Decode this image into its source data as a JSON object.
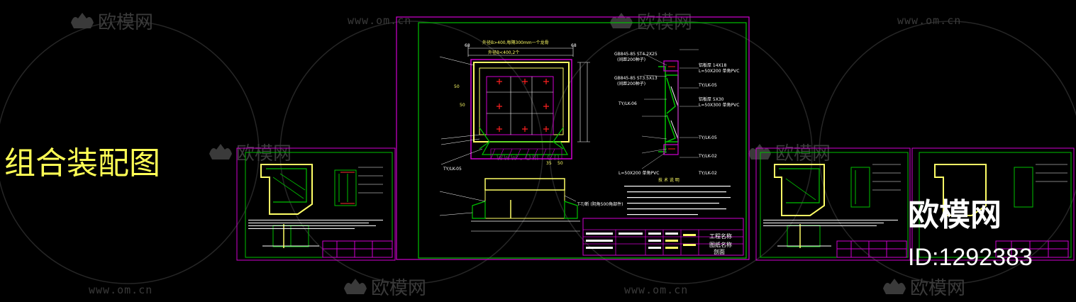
{
  "drawing": {
    "title": "组合装配图"
  },
  "watermark": {
    "logo_text": "欧模网",
    "url": "www.om.cn"
  },
  "brand": {
    "name": "欧模网",
    "id_label": "ID:1292383"
  },
  "main_sheet": {
    "dim_top_1": "外径B>400,每隔300mm一个龙骨",
    "dim_top_2": "外径B<400,2个",
    "dim_left": "68",
    "dim_right": "68",
    "dim_50_a": "50",
    "dim_50_b": "50",
    "dim_35": "35",
    "dim_50_c": "50",
    "part_code_1": "TY/LK-05",
    "part_code_2": "TY/LK-02",
    "section_label": "T-T/断 (阴角500角部件)",
    "title_block": {
      "project_label": "工程名称",
      "drawing_label": "图纸名称",
      "drawing_value": "剖面"
    }
  },
  "detail": {
    "labels": [
      "GB845-85 ST4.2X25",
      "(间距200种子)",
      "GB845-85 ST3.5X13",
      "(间距200种子)",
      "铝板厚 14X18",
      "L=50X200 单角PVC",
      "TY/LK-05",
      "铝板厚 5X30",
      "L=50X300 单角PVC",
      "TY/LK-06",
      "TY/LK-05",
      "TY/LK-02",
      "L=50X200 单角PVC",
      "TY/LK-02"
    ],
    "notes_title": "技 术 说 明"
  }
}
